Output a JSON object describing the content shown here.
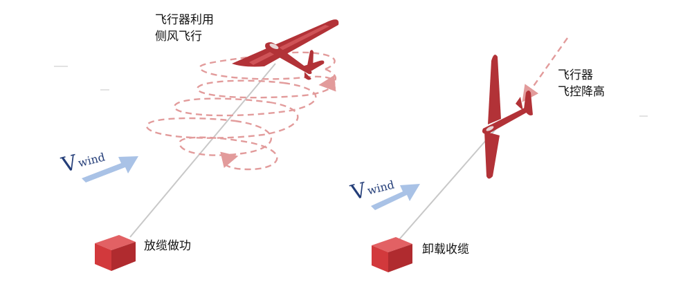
{
  "left_panel": {
    "caption_line1": "飞行器利用",
    "caption_line2": "侧风飞行",
    "ground_caption": "放缆做功",
    "wind_symbol": "V",
    "wind_subscript": "wind"
  },
  "right_panel": {
    "caption_line1": "飞行器",
    "caption_line2": "飞控降高",
    "ground_caption": "卸载收缆",
    "wind_symbol": "V",
    "wind_subscript": "wind"
  },
  "colors": {
    "aircraft": "#b23237",
    "flight_path": "#e29b9b",
    "wind_arrow": "#a9c2e6",
    "wind_text": "#233d78",
    "ground_box": "#cc3b3e",
    "tether": "#c8c8c8"
  }
}
